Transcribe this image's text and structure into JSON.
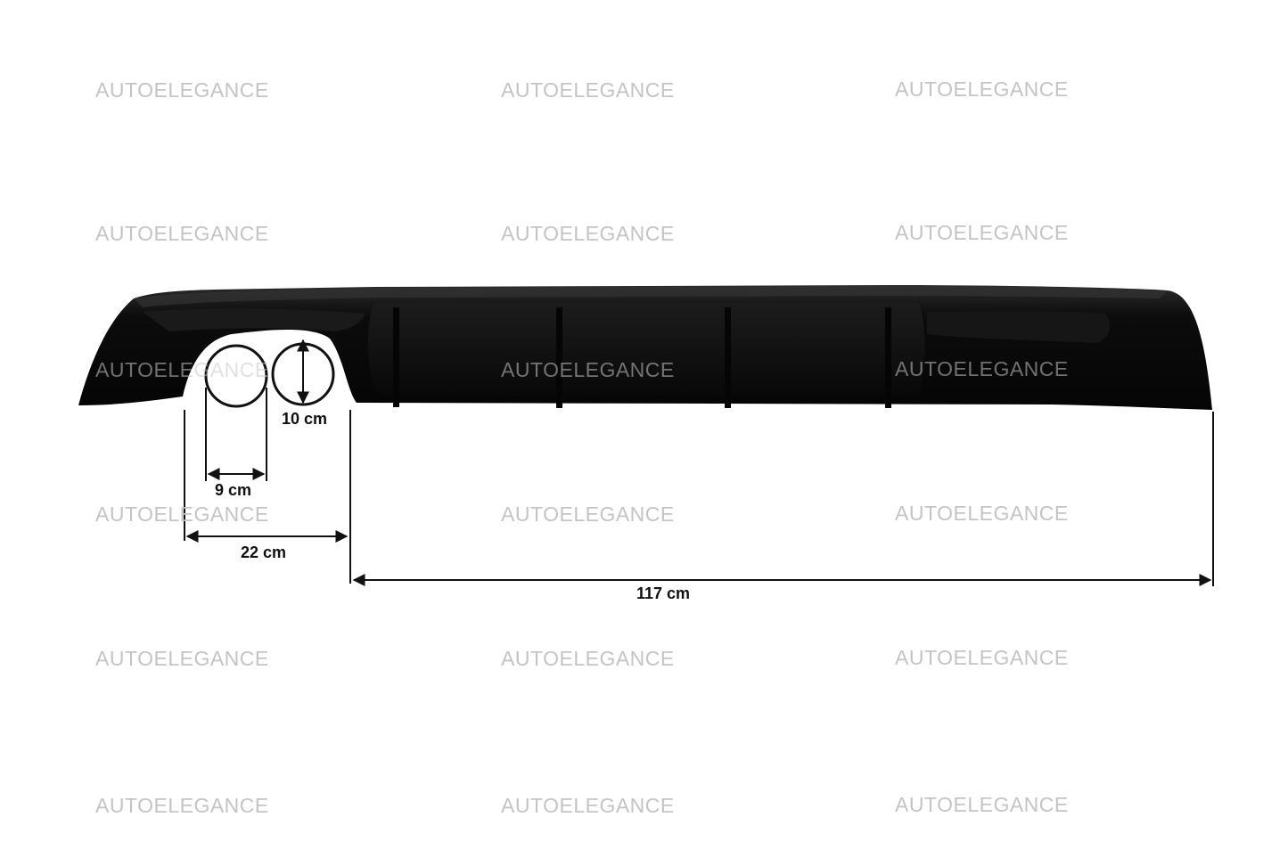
{
  "watermark": {
    "text": "AUTOELEGANCE",
    "color": "#c4c4c4"
  },
  "product": {
    "icon": "rear-diffuser-image",
    "color": "#0a0a0a"
  },
  "dimensions": {
    "tip_height": "10 cm",
    "tip_width": "9 cm",
    "exhaust_section_width": "22 cm",
    "overall_width": "117 cm"
  }
}
